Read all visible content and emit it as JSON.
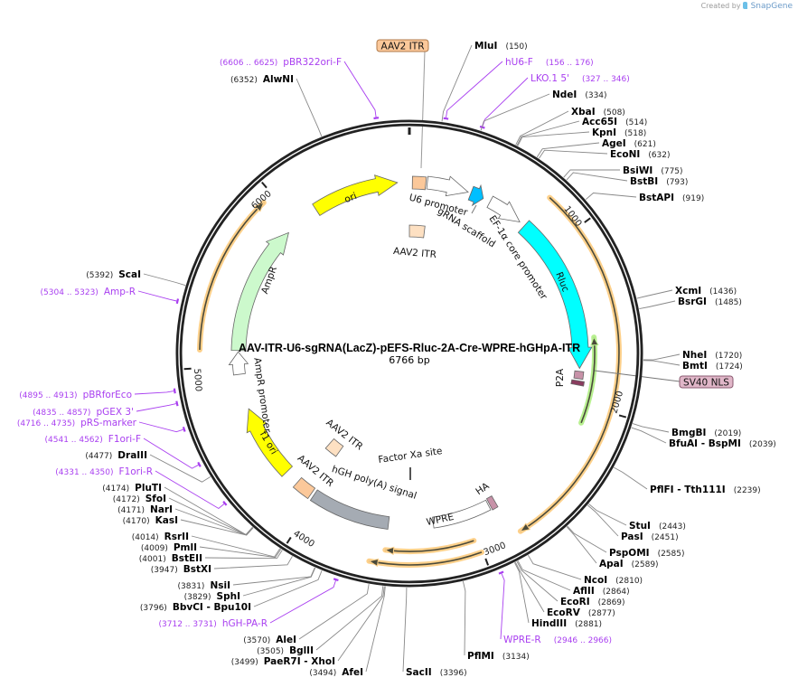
{
  "header": {
    "credit_prefix": "Created by",
    "brand": "SnapGene"
  },
  "map": {
    "title": "AAV-ITR-U6-sgRNA(LacZ)-pEFS-Rluc-2A-Cre-WPRE-hGHpA-ITR",
    "length_label": "6766 bp",
    "total_bp": 6766
  },
  "ticks": [
    "1000",
    "2000",
    "3000",
    "4000",
    "5000",
    "6000"
  ],
  "colors": {
    "backbone": "#222222",
    "primer": "#a93ff0",
    "enzyme_text": "#000000",
    "orf_halo": "#fdd08a",
    "orf_halo_green": "#b8f090"
  },
  "features": [
    {
      "name": "AAV2 ITR",
      "color": "#fbc89a",
      "boxed": true
    },
    {
      "name": "U6 promoter",
      "color": "#ffffff"
    },
    {
      "name": "gRNA scaffold",
      "color": "#00bfff"
    },
    {
      "name": "EF-1α core promoter",
      "color": "#ffffff"
    },
    {
      "name": "Rluc",
      "color": "#00ffff"
    },
    {
      "name": "P2A",
      "color": "#c792a8"
    },
    {
      "name": "SV40 NLS",
      "color": "#8a3c5e",
      "boxed": true
    },
    {
      "name": "AAV2 ITR",
      "color": "#fde0c2"
    },
    {
      "name": "ori",
      "color": "#ffff00"
    },
    {
      "name": "AmpR",
      "color": "#ccf9cc"
    },
    {
      "name": "AmpR promoter",
      "color": "#ffffff"
    },
    {
      "name": "f1 ori",
      "color": "#ffff00"
    },
    {
      "name": "AAV2 ITR",
      "color": "#fde0c2"
    },
    {
      "name": "AAV2 ITR",
      "color": "#fbc89a"
    },
    {
      "name": "hGH poly(A) signal",
      "color": "#a5abb3"
    },
    {
      "name": "Factor Xa site",
      "color": "#555555"
    },
    {
      "name": "WPRE",
      "color": "#ffffff"
    },
    {
      "name": "HA",
      "color": "#c792a8"
    }
  ],
  "sites": [
    {
      "name": "MluI",
      "pos": "(150)",
      "bp": 150,
      "type": "enzyme"
    },
    {
      "name": "hU6-F",
      "pos": "(156 .. 176)",
      "bp": 166,
      "type": "primer"
    },
    {
      "name": "LKO.1 5'",
      "pos": "(327 .. 346)",
      "bp": 336,
      "type": "primer"
    },
    {
      "name": "NdeI",
      "pos": "(334)",
      "bp": 334,
      "type": "enzyme"
    },
    {
      "name": "XbaI",
      "pos": "(508)",
      "bp": 508,
      "type": "enzyme"
    },
    {
      "name": "Acc65I",
      "pos": "(514)",
      "bp": 514,
      "type": "enzyme"
    },
    {
      "name": "KpnI",
      "pos": "(518)",
      "bp": 518,
      "type": "enzyme"
    },
    {
      "name": "AgeI",
      "pos": "(621)",
      "bp": 621,
      "type": "enzyme"
    },
    {
      "name": "EcoNI",
      "pos": "(632)",
      "bp": 632,
      "type": "enzyme"
    },
    {
      "name": "BsiWI",
      "pos": "(775)",
      "bp": 775,
      "type": "enzyme"
    },
    {
      "name": "BstBI",
      "pos": "(793)",
      "bp": 793,
      "type": "enzyme"
    },
    {
      "name": "BstAPI",
      "pos": "(919)",
      "bp": 919,
      "type": "enzyme"
    },
    {
      "name": "XcmI",
      "pos": "(1436)",
      "bp": 1436,
      "type": "enzyme"
    },
    {
      "name": "BsrGI",
      "pos": "(1485)",
      "bp": 1485,
      "type": "enzyme"
    },
    {
      "name": "NheI",
      "pos": "(1720)",
      "bp": 1720,
      "type": "enzyme"
    },
    {
      "name": "BmtI",
      "pos": "(1724)",
      "bp": 1724,
      "type": "enzyme"
    },
    {
      "name": "BmgBI",
      "pos": "(2019)",
      "bp": 2019,
      "type": "enzyme"
    },
    {
      "name": "BfuAI - BspMI",
      "pos": "(2039)",
      "bp": 2039,
      "type": "enzyme"
    },
    {
      "name": "PflFI - Tth111I",
      "pos": "(2239)",
      "bp": 2239,
      "type": "enzyme"
    },
    {
      "name": "StuI",
      "pos": "(2443)",
      "bp": 2443,
      "type": "enzyme"
    },
    {
      "name": "PasI",
      "pos": "(2451)",
      "bp": 2451,
      "type": "enzyme"
    },
    {
      "name": "PspOMI",
      "pos": "(2585)",
      "bp": 2585,
      "type": "enzyme"
    },
    {
      "name": "ApaI",
      "pos": "(2589)",
      "bp": 2589,
      "type": "enzyme"
    },
    {
      "name": "NcoI",
      "pos": "(2810)",
      "bp": 2810,
      "type": "enzyme"
    },
    {
      "name": "AflII",
      "pos": "(2864)",
      "bp": 2864,
      "type": "enzyme"
    },
    {
      "name": "EcoRI",
      "pos": "(2869)",
      "bp": 2869,
      "type": "enzyme"
    },
    {
      "name": "EcoRV",
      "pos": "(2877)",
      "bp": 2877,
      "type": "enzyme"
    },
    {
      "name": "HindIII",
      "pos": "(2881)",
      "bp": 2881,
      "type": "enzyme"
    },
    {
      "name": "WPRE-R",
      "pos": "(2946 .. 2966)",
      "bp": 2956,
      "type": "primer"
    },
    {
      "name": "PflMI",
      "pos": "(3134)",
      "bp": 3134,
      "type": "enzyme"
    },
    {
      "name": "SacII",
      "pos": "(3396)",
      "bp": 3396,
      "type": "enzyme"
    },
    {
      "name": "AfeI",
      "pos": "(3494)",
      "bp": 3494,
      "type": "enzyme"
    },
    {
      "name": "PaeR7I - XhoI",
      "pos": "(3499)",
      "bp": 3499,
      "type": "enzyme"
    },
    {
      "name": "BglII",
      "pos": "(3505)",
      "bp": 3505,
      "type": "enzyme"
    },
    {
      "name": "AleI",
      "pos": "(3570)",
      "bp": 3570,
      "type": "enzyme"
    },
    {
      "name": "hGH-PA-R",
      "pos": "(3712 .. 3731)",
      "bp": 3721,
      "type": "primer"
    },
    {
      "name": "BbvCI - Bpu10I",
      "pos": "(3796)",
      "bp": 3796,
      "type": "enzyme"
    },
    {
      "name": "SphI",
      "pos": "(3829)",
      "bp": 3829,
      "type": "enzyme"
    },
    {
      "name": "NsiI",
      "pos": "(3831)",
      "bp": 3831,
      "type": "enzyme"
    },
    {
      "name": "BstXI",
      "pos": "(3947)",
      "bp": 3947,
      "type": "enzyme"
    },
    {
      "name": "BstEII",
      "pos": "(4001)",
      "bp": 4001,
      "type": "enzyme"
    },
    {
      "name": "PmlI",
      "pos": "(4009)",
      "bp": 4009,
      "type": "enzyme"
    },
    {
      "name": "RsrII",
      "pos": "(4014)",
      "bp": 4014,
      "type": "enzyme"
    },
    {
      "name": "KasI",
      "pos": "(4170)",
      "bp": 4170,
      "type": "enzyme"
    },
    {
      "name": "NarI",
      "pos": "(4171)",
      "bp": 4171,
      "type": "enzyme"
    },
    {
      "name": "SfoI",
      "pos": "(4172)",
      "bp": 4172,
      "type": "enzyme"
    },
    {
      "name": "PluTI",
      "pos": "(4174)",
      "bp": 4174,
      "type": "enzyme"
    },
    {
      "name": "F1ori-R",
      "pos": "(4331 .. 4350)",
      "bp": 4340,
      "type": "primer"
    },
    {
      "name": "DraIII",
      "pos": "(4477)",
      "bp": 4477,
      "type": "enzyme"
    },
    {
      "name": "F1ori-F",
      "pos": "(4541 .. 4562)",
      "bp": 4551,
      "type": "primer"
    },
    {
      "name": "pRS-marker",
      "pos": "(4716 .. 4735)",
      "bp": 4725,
      "type": "primer"
    },
    {
      "name": "pGEX 3'",
      "pos": "(4835 .. 4857)",
      "bp": 4846,
      "type": "primer"
    },
    {
      "name": "pBRforEco",
      "pos": "(4895 .. 4913)",
      "bp": 4904,
      "type": "primer"
    },
    {
      "name": "Amp-R",
      "pos": "(5304 .. 5323)",
      "bp": 5313,
      "type": "primer"
    },
    {
      "name": "ScaI",
      "pos": "(5392)",
      "bp": 5392,
      "type": "enzyme"
    },
    {
      "name": "AlwNI",
      "pos": "(6352)",
      "bp": 6352,
      "type": "enzyme"
    },
    {
      "name": "pBR322ori-F",
      "pos": "(6606 .. 6625)",
      "bp": 6615,
      "type": "primer"
    }
  ]
}
